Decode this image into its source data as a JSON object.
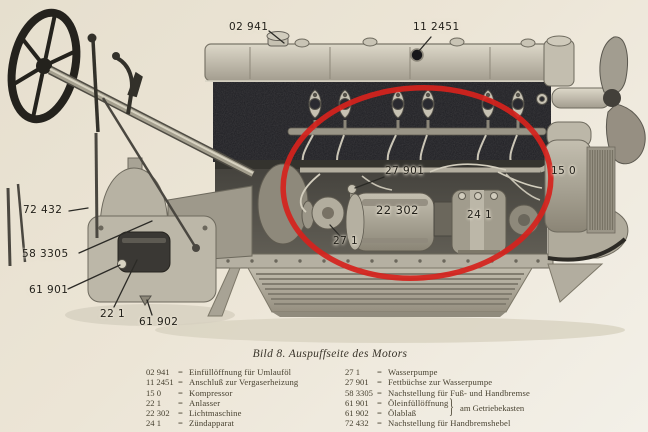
{
  "figure": {
    "caption": "Bild 8. Auspuffseite des Motors",
    "highlight_color": "#d5221d",
    "callouts": {
      "oil_filler": "02 941",
      "carb_heat": "11 2451",
      "compressor": "15 0",
      "handbrake_lever_adjust": "72 432",
      "brake_adjust": "58 3305",
      "gearbox_oil_filler": "61 901",
      "starter": "22 1",
      "gearbox_oil_drain": "61 902",
      "grease_cup": "27 901",
      "generator": "22 302",
      "magneto": "24 1",
      "water_pump": "27 1"
    }
  },
  "legend": {
    "equals": "=",
    "left": [
      {
        "num": "02 941",
        "label": "Einfüllöffnung für Umlauföl"
      },
      {
        "num": "11 2451",
        "label": "Anschluß zur Vergaserheizung"
      },
      {
        "num": "15 0",
        "label": "Kompressor"
      },
      {
        "num": "22 1",
        "label": "Anlasser"
      },
      {
        "num": "22 302",
        "label": "Lichtmaschine"
      },
      {
        "num": "24 1",
        "label": "Zündapparat"
      }
    ],
    "right": [
      {
        "num": "27 1",
        "label": "Wasserpumpe"
      },
      {
        "num": "27 901",
        "label": "Fettbüchse zur Wasserpumpe"
      },
      {
        "num": "58 3305",
        "label": "Nachstellung für Fuß- und Handbremse"
      },
      {
        "num": "61 901",
        "label": "Öleinfüllöffnung"
      },
      {
        "num": "61 902",
        "label": "Ölablaß"
      },
      {
        "num": "72 432",
        "label": "Nachstellung für Handbremshebel"
      }
    ],
    "brace": "}",
    "brace_note": "am Getriebekasten"
  }
}
